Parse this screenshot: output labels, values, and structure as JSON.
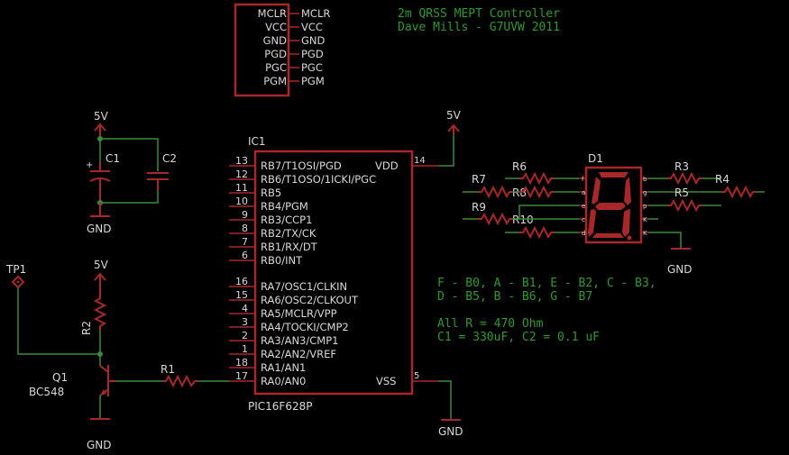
{
  "title": {
    "line1": "2m QRSS MEPT Controller",
    "line2": "Dave Mills - G7UVW 2011"
  },
  "header_conn": {
    "labels": [
      "MCLR",
      "VCC",
      "GND",
      "PGD",
      "PGC",
      "PGM"
    ]
  },
  "ic": {
    "name": "IC1",
    "part": "PIC16F628P",
    "vdd": "VDD",
    "vdd_pin": "14",
    "vss": "VSS",
    "vss_pin": "5",
    "pins_a": [
      {
        "n": "13",
        "l": "RB7/T1OSI/PGD"
      },
      {
        "n": "12",
        "l": "RB6/T1OSO/1ICKI/PGC"
      },
      {
        "n": "11",
        "l": "RB5"
      },
      {
        "n": "10",
        "l": "RB4/PGM"
      },
      {
        "n": "9",
        "l": "RB3/CCP1"
      },
      {
        "n": "8",
        "l": "RB2/TX/CK"
      },
      {
        "n": "7",
        "l": "RB1/RX/DT"
      },
      {
        "n": "6",
        "l": "RB0/INT"
      }
    ],
    "pins_b": [
      {
        "n": "16",
        "l": "RA7/OSC1/CLKIN"
      },
      {
        "n": "15",
        "l": "RA6/OSC2/CLKOUT"
      },
      {
        "n": "4",
        "l": "RA5/MCLR/VPP"
      },
      {
        "n": "3",
        "l": "RA4/TOCKI/CMP2"
      },
      {
        "n": "2",
        "l": "RA3/AN3/CMP1"
      },
      {
        "n": "1",
        "l": "RA2/AN2/VREF"
      },
      {
        "n": "18",
        "l": "RA1/AN1"
      },
      {
        "n": "17",
        "l": "RA0/AN0"
      }
    ]
  },
  "supplies": {
    "v5_caps": "5V",
    "v5_ic": "5V",
    "v5_r2": "5V",
    "gnd_caps": "GND",
    "gnd_ic": "GND",
    "gnd_q1": "GND",
    "gnd_disp": "GND"
  },
  "parts": {
    "c1": "C1",
    "c2": "C2",
    "tp1": "TP1",
    "r2": "R2",
    "r1": "R1",
    "q1": "Q1",
    "q1_type": "BC548",
    "d1": "D1",
    "r3": "R3",
    "r4": "R4",
    "r5": "R5",
    "r6": "R6",
    "r7": "R7",
    "r8": "R8",
    "r9": "R9",
    "r10": "R10",
    "seg_pins": [
      "f",
      "a",
      "e",
      "c",
      "d",
      "b",
      "g",
      "p",
      "K",
      "K"
    ]
  },
  "notes": {
    "line1": "F - B0, A - B1, E - B2, C - B3,",
    "line2": "D - B5, B - B6, G - B7",
    "line3": "All R = 470 Ohm",
    "line4": "C1 = 330uF, C2 = 0.1 uF"
  }
}
